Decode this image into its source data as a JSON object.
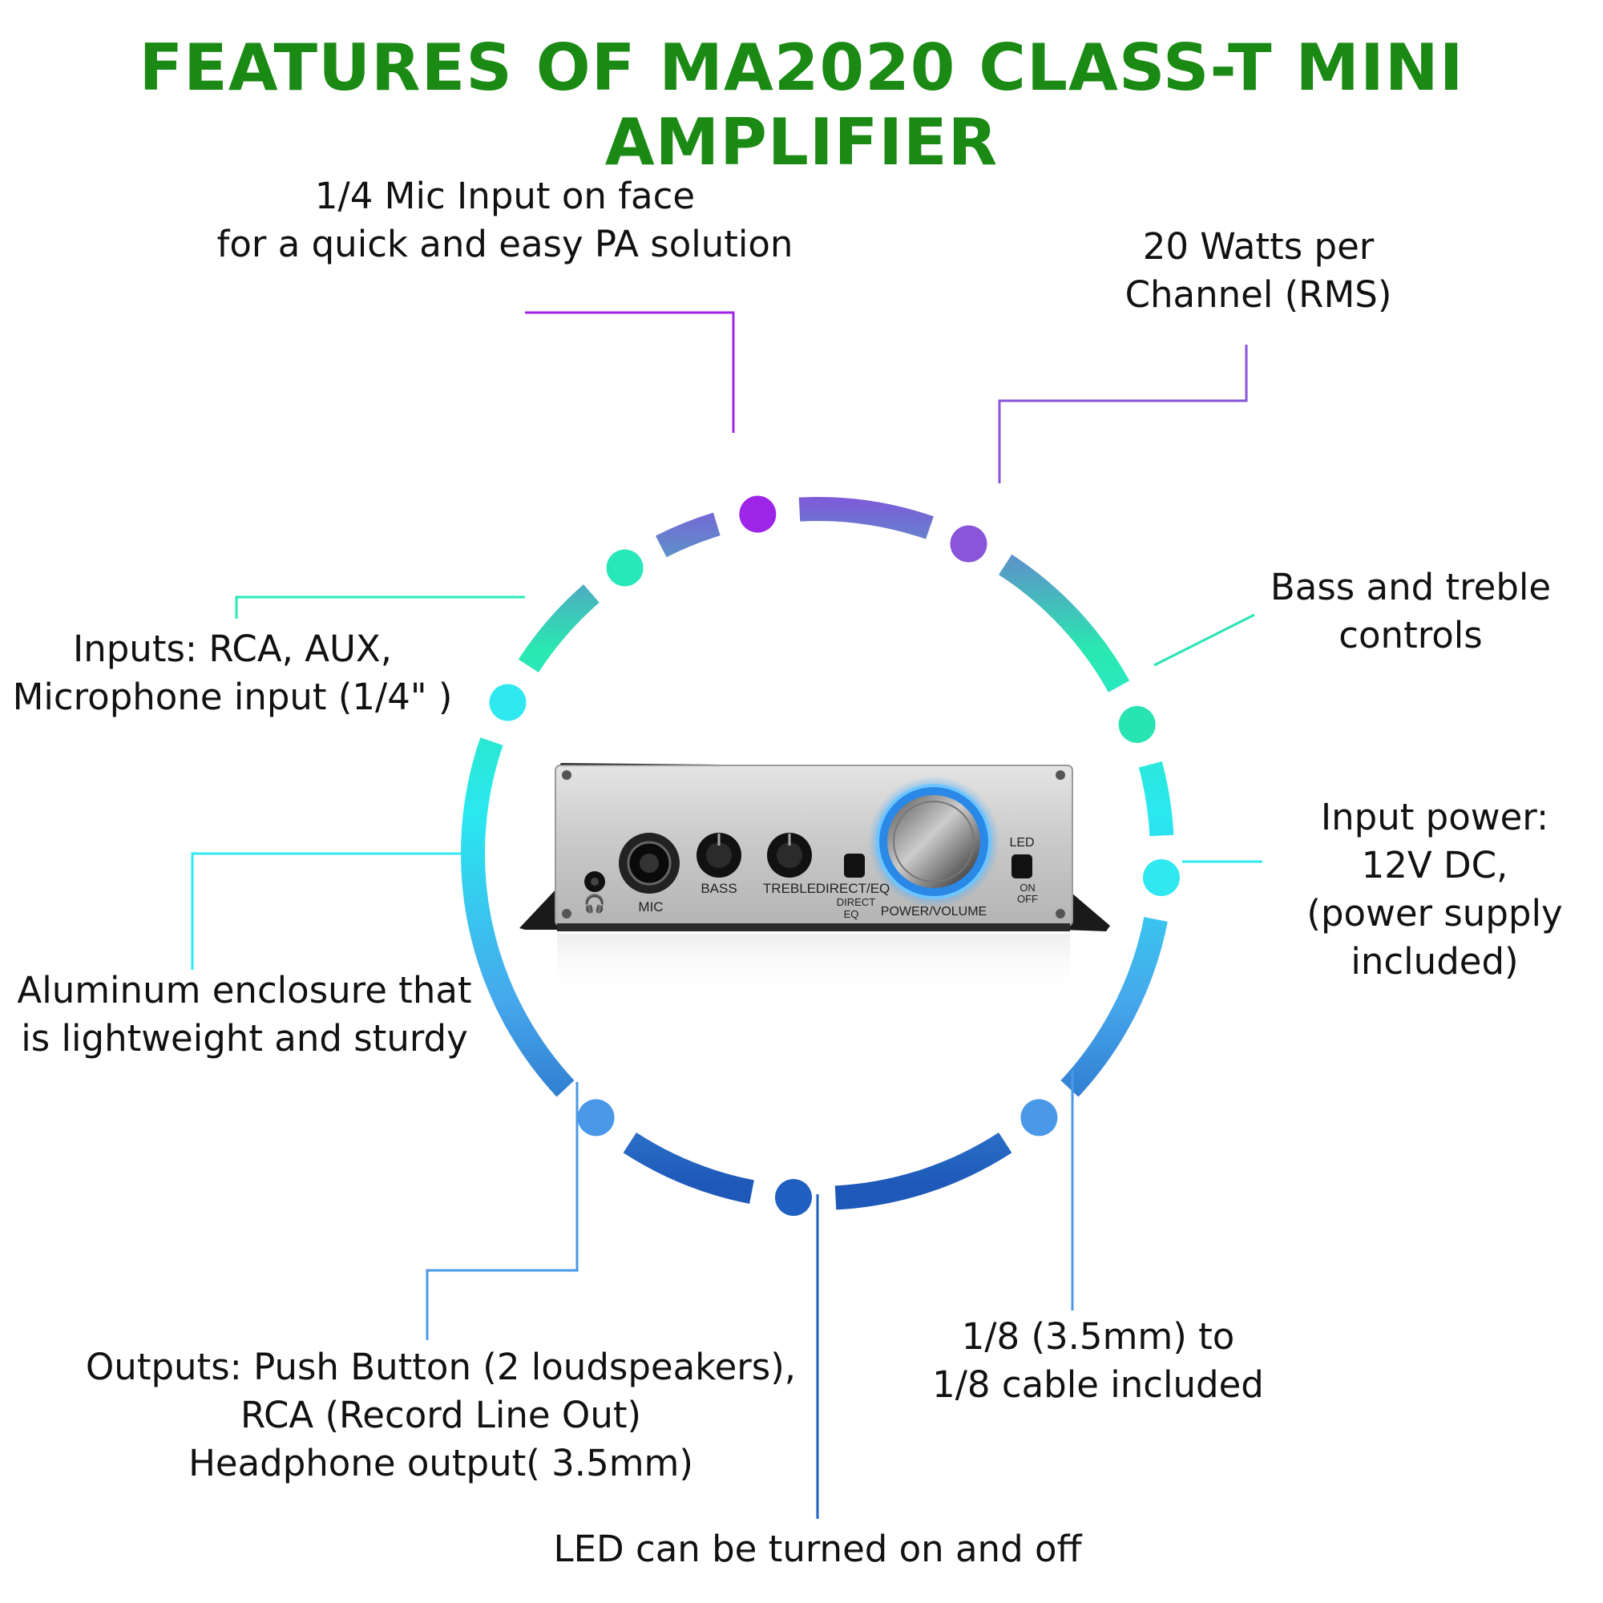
{
  "title": "FEATURES OF MA2020 CLASS-T MINI AMPLIFIER",
  "colors": {
    "title": "#1a8a14"
  },
  "features": [
    {
      "id": "mic-input",
      "lines": [
        "1/4 Mic Input on face",
        "for a quick and easy PA solution"
      ],
      "color": "#9d25e8"
    },
    {
      "id": "watts",
      "lines": [
        "20 Watts per",
        "Channel (RMS)"
      ],
      "color": "#8a55d8"
    },
    {
      "id": "bass-treble",
      "lines": [
        "Bass and treble",
        "controls"
      ],
      "color": "#28e4b2"
    },
    {
      "id": "inputs",
      "lines": [
        "Inputs: RCA, AUX,",
        "Microphone input (1/4\" )"
      ],
      "color": "#28e8b8"
    },
    {
      "id": "power",
      "lines": [
        "Input power:",
        "12V DC,",
        "(power supply",
        "included)"
      ],
      "color": "#30e8f0"
    },
    {
      "id": "enclosure",
      "lines": [
        "Aluminum enclosure that",
        "is lightweight and sturdy"
      ],
      "color": "#30e8f0"
    },
    {
      "id": "cable",
      "lines": [
        "1/8 (3.5mm) to",
        "1/8 cable included"
      ],
      "color": "#4a98e8"
    },
    {
      "id": "outputs",
      "lines": [
        "Outputs: Push Button (2 loudspeakers),",
        "RCA (Record Line Out)",
        "Headphone output( 3.5mm)"
      ],
      "color": "#4a98e8"
    },
    {
      "id": "led",
      "lines": [
        "LED can be turned on and off"
      ],
      "color": "#2060c0"
    }
  ],
  "amp": {
    "mic_label": "MIC",
    "bass_label": "BASS",
    "treble_label": "TREBLE",
    "direct_eq_label": "DIRECT/EQ",
    "direct_label": "DIRECT",
    "eq_label": "EQ",
    "led_label": "LED",
    "on_label": "ON",
    "off_label": "OFF",
    "power_volume_label": "POWER/VOLUME"
  }
}
